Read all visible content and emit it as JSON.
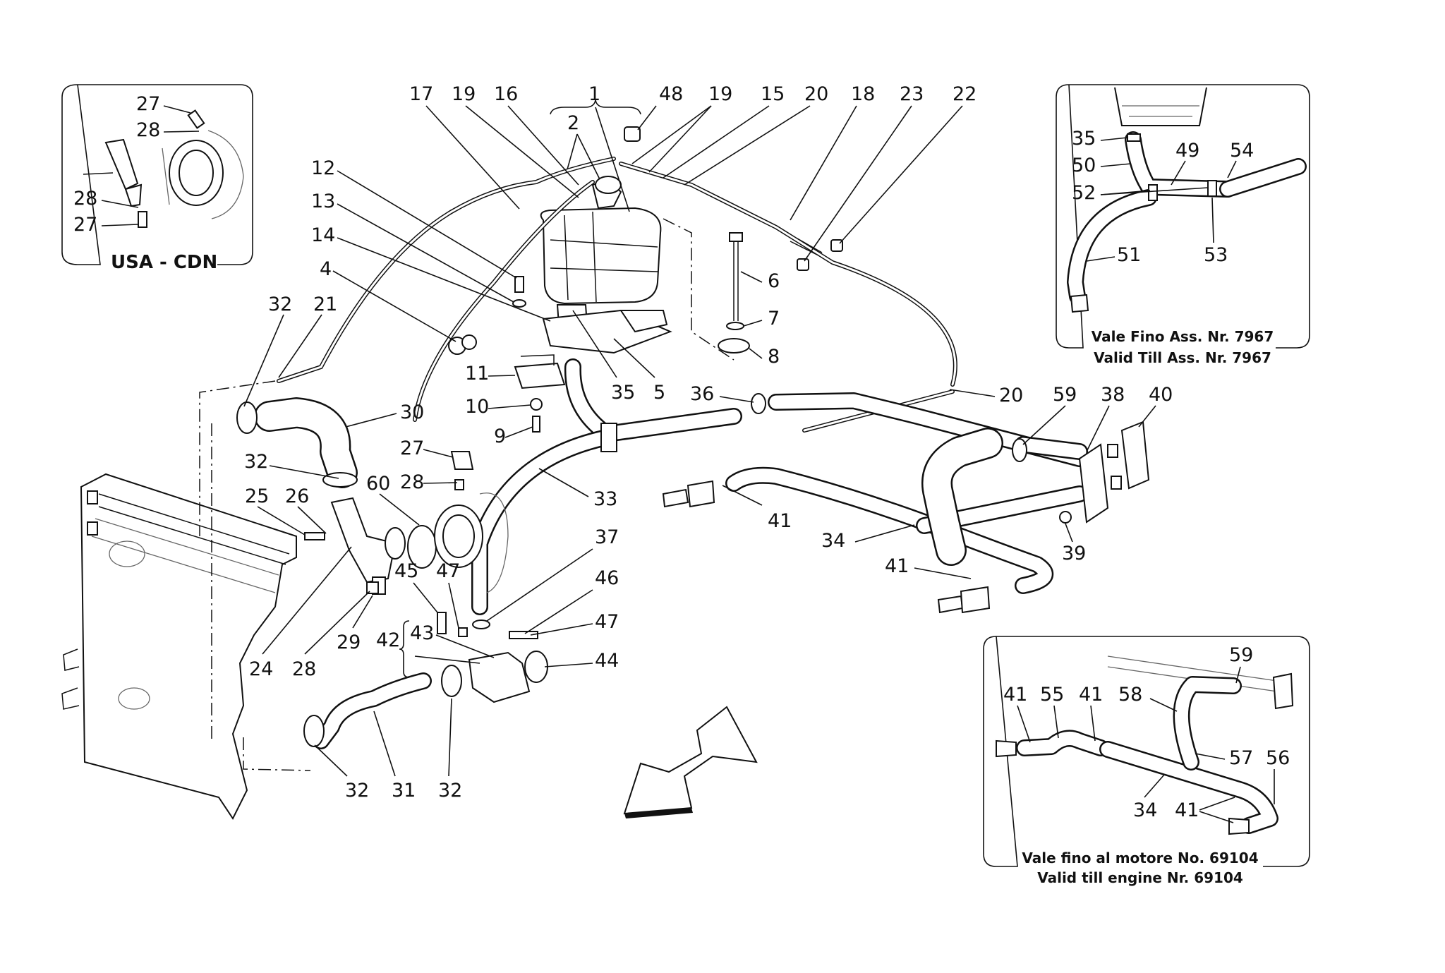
{
  "diagram": {
    "insets": {
      "top_left": {
        "caption": "USA - CDN",
        "labels": [
          "27",
          "28",
          "28",
          "27"
        ]
      },
      "top_right": {
        "caption_line1": "Vale Fino Ass. Nr. 7967",
        "caption_line2": "Valid Till Ass. Nr. 7967",
        "labels": [
          "35",
          "50",
          "52",
          "49",
          "54",
          "53",
          "51"
        ]
      },
      "bottom_right": {
        "caption_line1": "Vale fino al motore No. 69104",
        "caption_line2": "Valid till engine Nr. 69104",
        "labels": [
          "59",
          "41",
          "55",
          "41",
          "58",
          "57",
          "56",
          "34",
          "41"
        ]
      }
    },
    "main_labels": {
      "top_row": [
        "17",
        "19",
        "16",
        "1",
        "48",
        "19",
        "15",
        "20",
        "18",
        "23",
        "22"
      ],
      "left_column": [
        "12",
        "13",
        "14",
        "4",
        "32",
        "21",
        "30",
        "2"
      ],
      "tank_area": [
        "11",
        "10",
        "9",
        "35",
        "5",
        "6",
        "7",
        "8",
        "36",
        "20"
      ],
      "right_area": [
        "59",
        "38",
        "40",
        "39",
        "41",
        "34",
        "41",
        "33"
      ],
      "lower_left": [
        "32",
        "60",
        "25",
        "26",
        "27",
        "28",
        "24",
        "28",
        "29",
        "45",
        "47",
        "37",
        "46",
        "47",
        "42",
        "43",
        "44",
        "32",
        "31",
        "32"
      ]
    }
  }
}
